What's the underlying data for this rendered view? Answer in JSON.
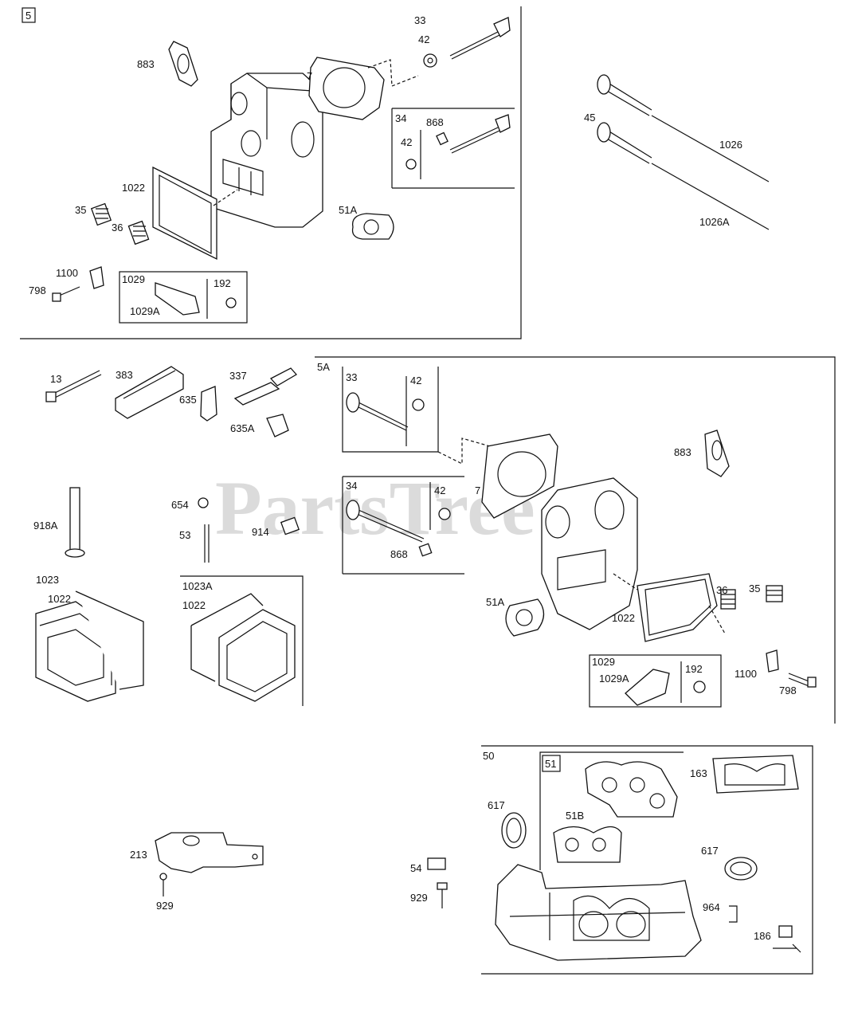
{
  "watermark": "PartsTree",
  "sections": [
    {
      "id": "5",
      "labels": [
        "33",
        "42",
        "883",
        "7",
        "34",
        "868",
        "42",
        "1022",
        "35",
        "36",
        "51A",
        "1100",
        "798",
        "1029",
        "192",
        "1029A"
      ]
    },
    {
      "id": "",
      "labels": [
        "45",
        "1026",
        "1026A"
      ]
    },
    {
      "id": "",
      "labels": [
        "13",
        "383",
        "337",
        "635",
        "635A",
        "918A",
        "654",
        "53",
        "914",
        "1023",
        "1022",
        "1023A",
        "1022"
      ]
    },
    {
      "id": "5A",
      "labels": [
        "33",
        "42",
        "34",
        "42",
        "868",
        "7",
        "883",
        "36",
        "35",
        "51A",
        "1022",
        "1029",
        "192",
        "1029A",
        "1100",
        "798"
      ]
    },
    {
      "id": "",
      "labels": [
        "213",
        "929",
        "54",
        "929"
      ]
    },
    {
      "id": "50",
      "labels": [
        "51",
        "617",
        "51B",
        "163",
        "617",
        "964",
        "186"
      ]
    }
  ]
}
